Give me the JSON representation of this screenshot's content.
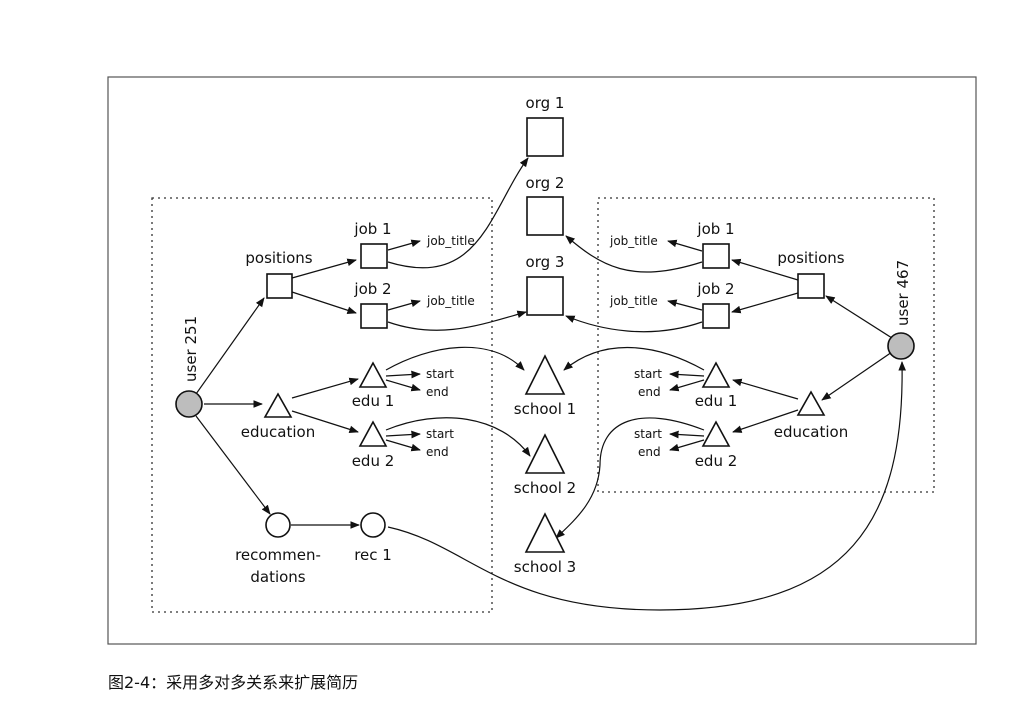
{
  "caption": "图2-4：采用多对多关系来扩展简历",
  "nodes": {
    "org1": "org 1",
    "org2": "org 2",
    "org3": "org 3",
    "school1": "school 1",
    "school2": "school 2",
    "school3": "school 3",
    "user251": "user 251",
    "user467": "user 467",
    "positions": "positions",
    "education": "education",
    "recommendations_line1": "recommen-",
    "recommendations_line2": "dations",
    "rec1": "rec 1",
    "job1": "job 1",
    "job2": "job 2",
    "edu1": "edu 1",
    "edu2": "edu 2",
    "job_title": "job_title",
    "start": "start",
    "end": "end"
  }
}
